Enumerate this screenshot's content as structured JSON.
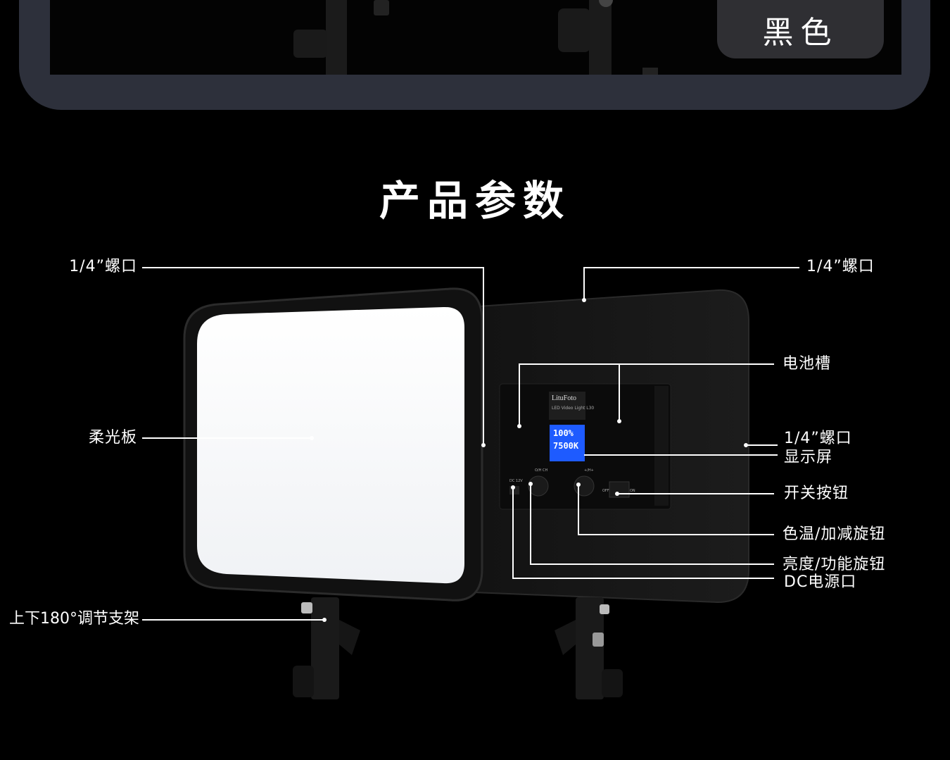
{
  "header": {
    "color_option": "黑色"
  },
  "section": {
    "title": "产品参数"
  },
  "device": {
    "brand": "LituFoto",
    "model_line": "LED Video Light L30",
    "lcd_brightness": "100%",
    "lcd_temperature": "7500K",
    "knob_left_label": "O/H CH",
    "knob_right_label": "+/H+",
    "dc_label": "DC 12V",
    "switch_off": "OFF",
    "switch_on": "ON"
  },
  "callouts": {
    "top_left_mount": "1/4”螺口",
    "top_right_mount": "1/4”螺口",
    "battery_slot": "电池槽",
    "side_mount": "1/4”螺口",
    "display": "显示屏",
    "soft_panel": "柔光板",
    "power_button": "开关按钮",
    "temp_knob": "色温/加减旋钮",
    "brightness_knob": "亮度/功能旋钮",
    "dc_port": "DC电源口",
    "bracket": "上下180°调节支架"
  },
  "colors": {
    "background": "#000000",
    "card": "#2d303b",
    "pill": "#2f2f33",
    "lcd": "#1e5bff"
  }
}
